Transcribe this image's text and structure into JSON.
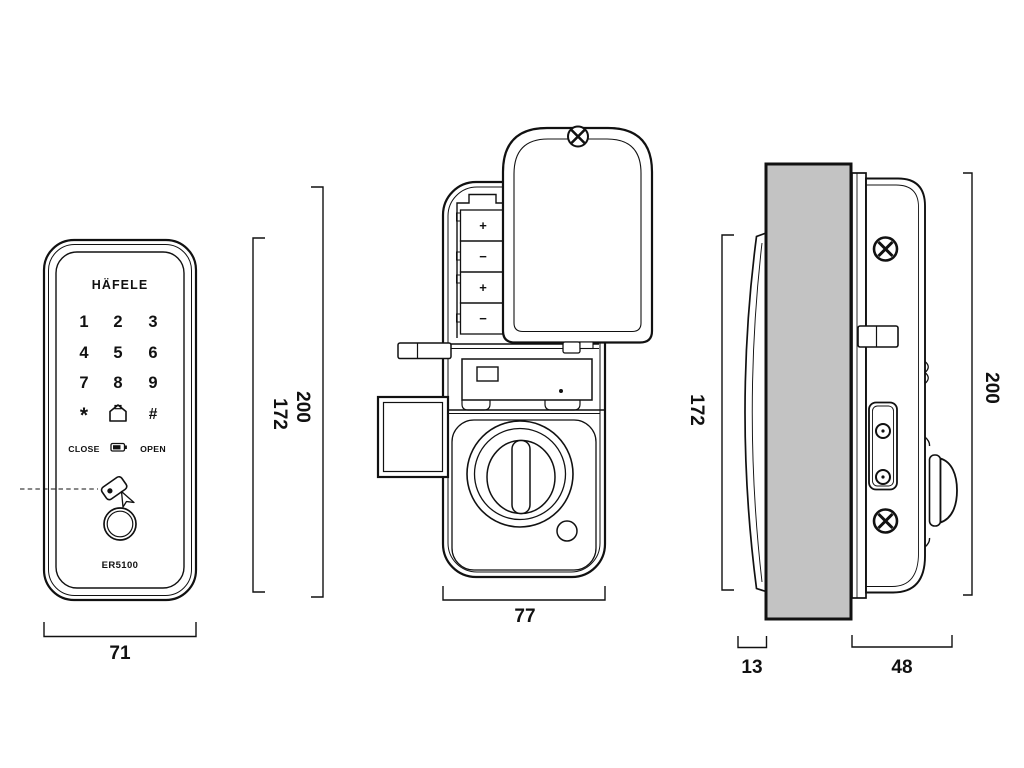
{
  "front": {
    "brand": "HÄFELE",
    "keys": [
      "1",
      "2",
      "3",
      "4",
      "5",
      "6",
      "7",
      "8",
      "9"
    ],
    "star": "*",
    "hash": "#",
    "close_label": "CLOSE",
    "open_label": "OPEN",
    "model": "ER5100",
    "dim_width": "71",
    "dim_height_panel": "172",
    "dim_height_total": "200"
  },
  "back": {
    "dim_width": "77",
    "battery_signs": [
      "+",
      "−",
      "+",
      "−"
    ]
  },
  "side": {
    "dim_height_panel": "172",
    "dim_height_total": "200",
    "dim_front_depth": "13",
    "dim_rear_depth": "48"
  },
  "icons": {
    "keypad_home": "home-icon",
    "battery_status": "battery-icon",
    "rfid_tap": "rfid-card-icon",
    "cover_screw": "phillips-screw-icon",
    "housing_screws": "phillips-screw-icon"
  },
  "colors": {
    "line": "#111111",
    "door_fill": "#c3c3c3",
    "background": "#ffffff"
  }
}
